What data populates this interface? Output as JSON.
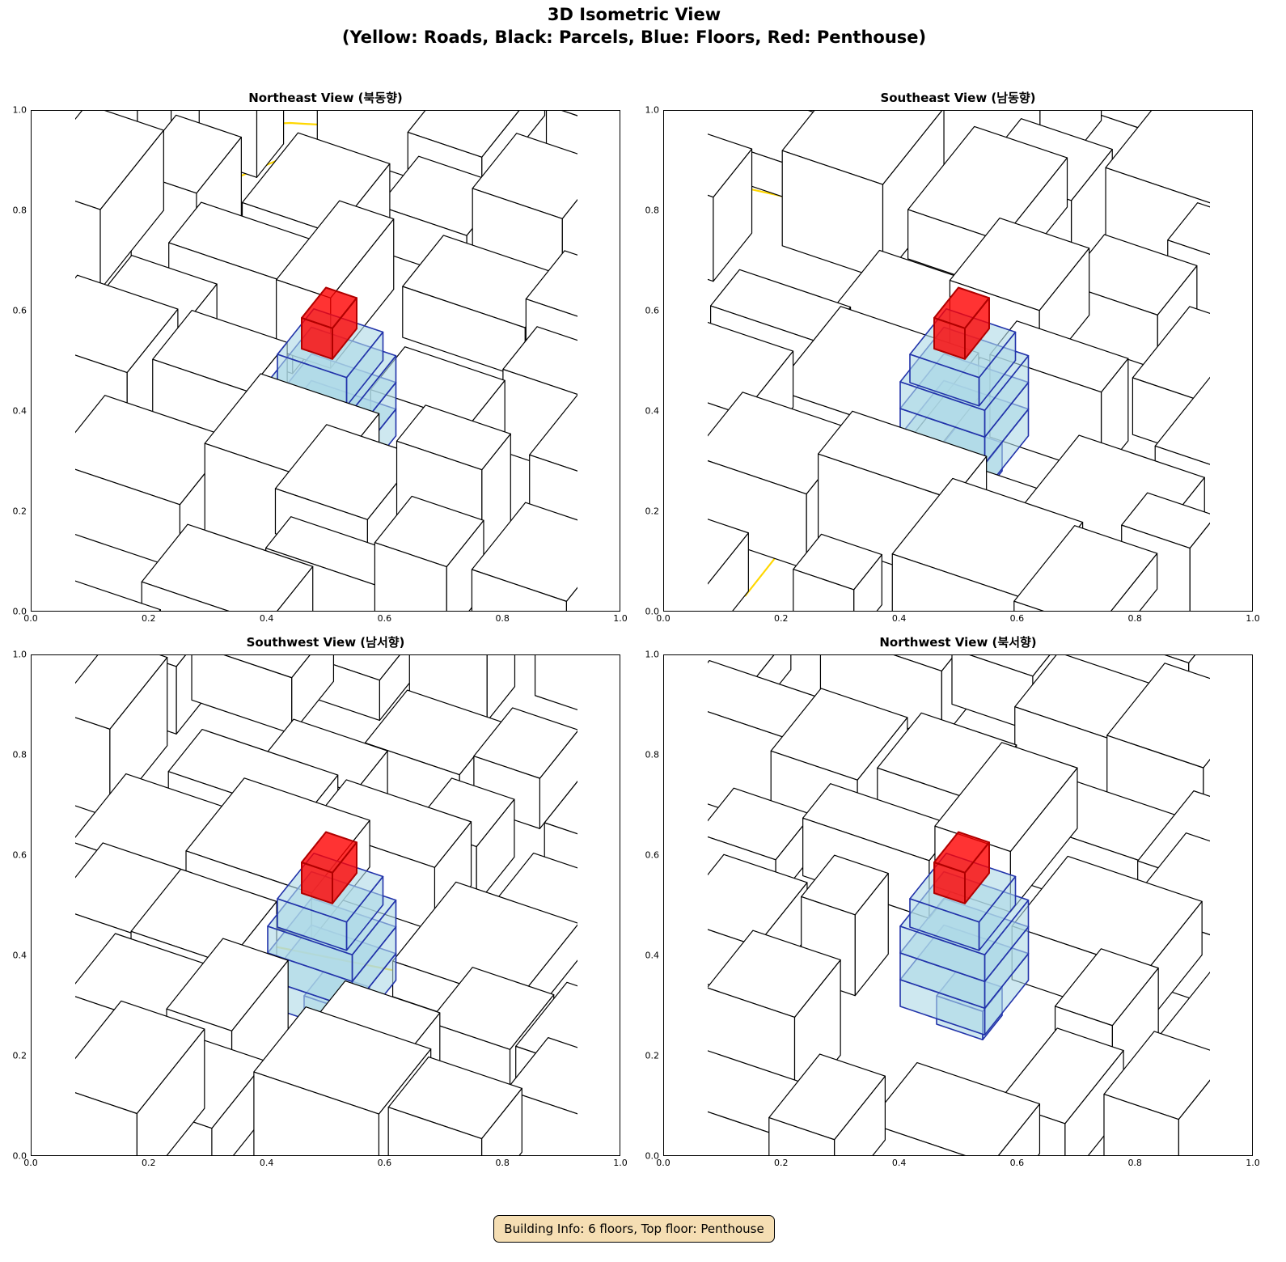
{
  "figure": {
    "title_line1": "3D Isometric View",
    "title_line2": "(Yellow: Roads, Black: Parcels, Blue: Floors, Red: Penthouse)",
    "info": "Building Info: 6 floors, Top floor: Penthouse"
  },
  "panels": [
    {
      "title": "Northeast View (북동향)"
    },
    {
      "title": "Southeast View (남동향)"
    },
    {
      "title": "Southwest View (남서향)"
    },
    {
      "title": "Northwest View (북서향)"
    }
  ],
  "ticks": [
    "0.0",
    "0.2",
    "0.4",
    "0.6",
    "0.8",
    "1.0"
  ],
  "colors": {
    "road": "#ffd700",
    "parcel": "#000000",
    "floor_fill": "#add8e6",
    "floor_edge": "#2233aa",
    "penthouse": "#ff0000",
    "info_bg": "#f5deb3"
  }
}
